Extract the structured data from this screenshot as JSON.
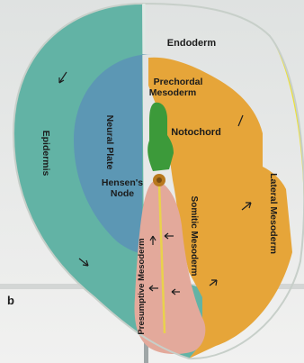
{
  "figure": {
    "panel_letter": "b",
    "labels": {
      "endoderm": "Endoderm",
      "prechordal_line1": "Prechordal",
      "prechordal_line2": "Mesoderm",
      "notochord": "Notochord",
      "epidermis": "Epidermis",
      "neural_plate": "Neural Plate",
      "hensens_line1": "Hensen's",
      "hensens_line2": "Node",
      "somitic": "Somitic Mesoderm",
      "lateral": "Lateral Mesoderm",
      "presumptive": "Presumptive Mesoderm"
    },
    "colors": {
      "epidermis": "#62b3a5",
      "neural_plate": "#5c97b4",
      "endoderm": "#ece13a",
      "mesoderm": "#e6a539",
      "notochord": "#3c9a3a",
      "primitive_streak": "#e3a99b",
      "hensens_node": "#b8791e"
    }
  }
}
